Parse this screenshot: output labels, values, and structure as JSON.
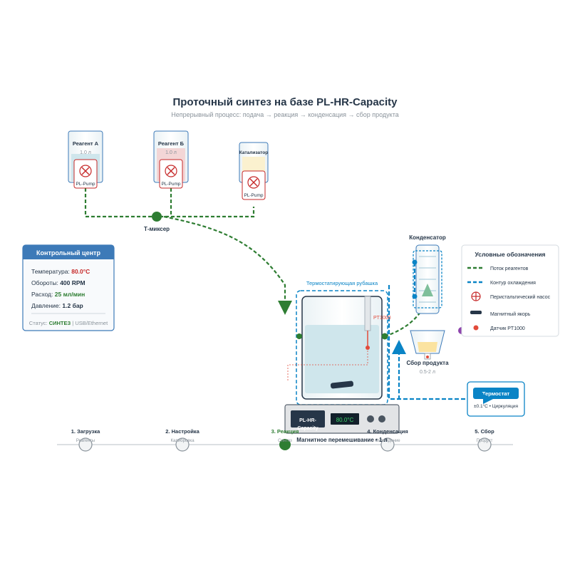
{
  "title": "Проточный синтез на базе PL-HR-Capacity",
  "subtitle": "Непрерывный процесс: подача → реакция → конденсация → сбор продукта",
  "vessels": [
    {
      "name": "Реагент А",
      "volume": "1.0 л",
      "pump": "PL-Pump",
      "color": "#cfe6ec"
    },
    {
      "name": "Реагент Б",
      "volume": "1.0 л",
      "pump": "PL-Pump",
      "color": "#f3d6d6"
    },
    {
      "name": "Катализатор",
      "volume": "",
      "pump": "PL-Pump",
      "color": "#fbf1cf"
    }
  ],
  "mixer_label": "Т-миксер",
  "control": {
    "header": "Контрольный центр",
    "temp_label": "Температура: ",
    "temp_value": "80.0°C",
    "rpm_label": "Обороты: ",
    "rpm_value": "400 RPM",
    "flow_label": "Расход: ",
    "flow_value": "25 мл/мин",
    "pressure_label": "Давление: ",
    "pressure_value": "1.2 бар",
    "status_label": "Статус: ",
    "status_value": "СИНТЕЗ",
    "status_extra": " | USB/Ethernet"
  },
  "jacket_label": "Термостатирующая рубашка",
  "sensor_label": "PT1000",
  "device": {
    "label1": "PL-HR-",
    "label2": "Capacity",
    "display": "80.0°C"
  },
  "stirring_label": "Магнитное перемешивание • 1 л",
  "condenser_label": "Конденсатор",
  "collector_label": "Сбор продукта",
  "collector_volume": "0.5-2 л",
  "thermostat": {
    "label": "Термостат",
    "info": "±0.1°C • Циркуляция"
  },
  "legend": {
    "title": "Условные обозначения",
    "items": [
      {
        "icon": "reagent-flow-line",
        "label": "Поток реагентов"
      },
      {
        "icon": "cooling-loop-line",
        "label": "Контур охлаждения"
      },
      {
        "icon": "peristaltic-pump-icon",
        "label": "Перистальтический насос"
      },
      {
        "icon": "magnetic-stirrer-icon",
        "label": "Магнитный якорь"
      },
      {
        "icon": "pt1000-sensor-icon",
        "label": "Датчик PT1000"
      }
    ]
  },
  "steps": [
    {
      "title": "1. Загрузка",
      "sub": "Реагенты",
      "active": false
    },
    {
      "title": "2. Настройка",
      "sub": "Калибровка",
      "active": false
    },
    {
      "title": "3. Реакция",
      "sub": "Синтез",
      "active": true
    },
    {
      "title": "4. Конденсация",
      "sub": "Охлаждение",
      "active": false
    },
    {
      "title": "5. Сбор",
      "sub": "Продукт",
      "active": false
    }
  ],
  "colors": {
    "reagent": "#2e7d32",
    "cooling": "#0a84c6",
    "accent": "#c62828",
    "panel": "#3d7ab8",
    "dark": "#263648"
  }
}
